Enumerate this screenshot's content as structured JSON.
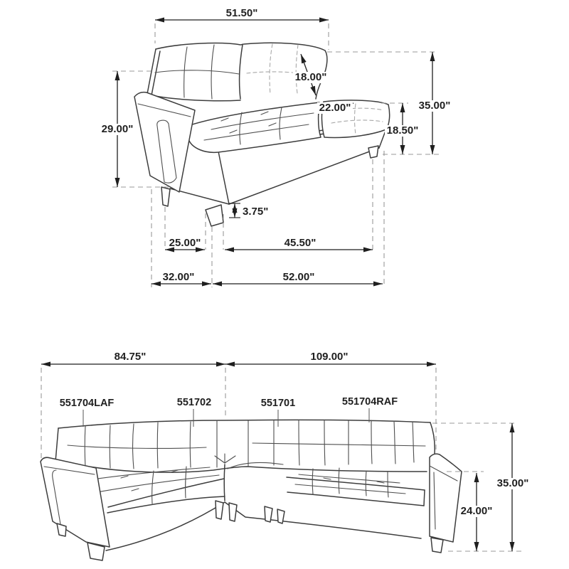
{
  "top_diagram": {
    "description": "LAF loveseat line drawing with dimensions",
    "dims": {
      "back_width": "51.50\"",
      "back_cushion": "18.00\"",
      "seat_depth": "22.00\"",
      "overall_height": "35.00\"",
      "seat_height": "18.50\"",
      "arm_height": "29.00\"",
      "leg_height": "3.75\"",
      "arm_depth": "25.00\"",
      "seat_width": "45.50\"",
      "overall_depth": "32.00\"",
      "overall_width": "52.00\""
    }
  },
  "bottom_diagram": {
    "description": "Sectional sofa line drawing with module part numbers",
    "dims": {
      "left_width": "84.75\"",
      "right_width": "109.00\"",
      "overall_height": "35.00\"",
      "arm_height": "24.00\""
    },
    "parts": {
      "laf": "551704LAF",
      "corner": "551702",
      "armless": "551701",
      "raf": "551704RAF"
    }
  },
  "colors": {
    "background": "#ffffff",
    "outline": "#3d3d3d",
    "detail": "#4f4f4f",
    "light_detail": "#a8a8a8",
    "dashed_reference": "#999999",
    "dimension": "#1f1f1f"
  }
}
